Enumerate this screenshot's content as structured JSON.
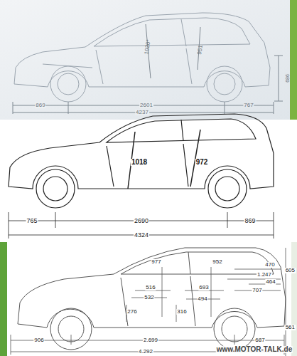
{
  "diagram": {
    "labels": [
      "1020*",
      "951",
      "686",
      "869",
      "2601",
      "767",
      "4237",
      "1018",
      "972",
      "765",
      "2690",
      "869",
      "4324",
      "977",
      "952",
      "470",
      "1.247",
      "464",
      "707",
      "605",
      "516",
      "532",
      "693",
      "494",
      "276",
      "316",
      "561",
      "906",
      "2.699",
      "4.292",
      "687",
      "www.MOTOR-TALK.de"
    ]
  }
}
